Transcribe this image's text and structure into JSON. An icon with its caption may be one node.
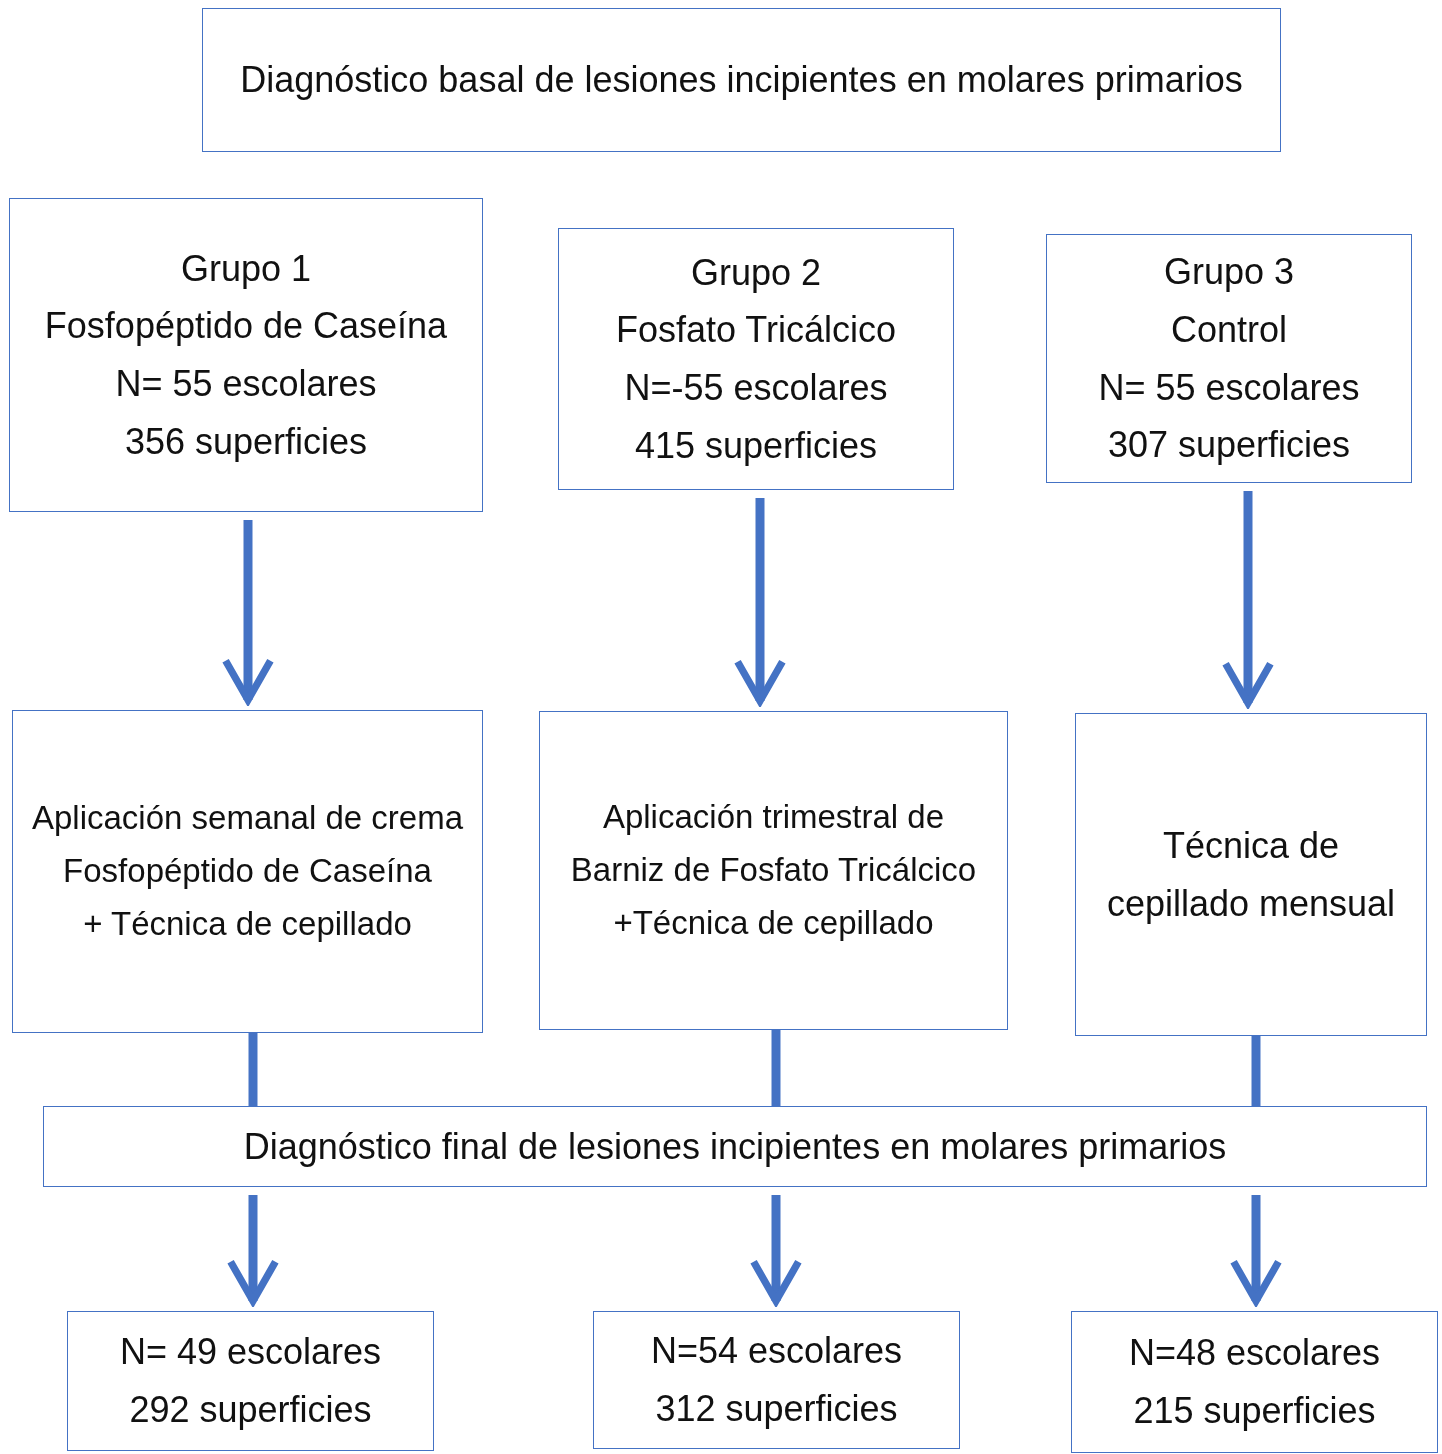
{
  "diagram": {
    "nodes": [
      {
        "text": [
          "Diagnóstico basal de lesiones incipientes en molares primarios"
        ]
      },
      {
        "text": [
          "Grupo 1",
          "Fosfopéptido de Caseína",
          "N= 55 escolares",
          "356 superficies"
        ]
      },
      {
        "text": [
          "Grupo 2",
          "Fosfato Tricálcico",
          "N=-55 escolares",
          "415 superficies"
        ]
      },
      {
        "text": [
          "Grupo 3",
          "Control",
          "N= 55 escolares",
          "307 superficies"
        ]
      },
      {
        "text": [
          "Aplicación semanal de crema Fosfopéptido de Caseína",
          "+ Técnica de cepillado"
        ]
      },
      {
        "text": [
          "Aplicación trimestral de Barniz de Fosfato Tricálcico",
          "+Técnica de cepillado"
        ]
      },
      {
        "text": [
          "Técnica de cepillado mensual"
        ]
      },
      {
        "text": [
          "Diagnóstico final de lesiones incipientes en molares primarios"
        ]
      },
      {
        "text": [
          "N= 49 escolares",
          "292 superficies"
        ]
      },
      {
        "text": [
          "N=54 escolares",
          "312 superficies"
        ]
      },
      {
        "text": [
          "N=48 escolares",
          "215 superficies"
        ]
      }
    ],
    "edges": [
      {
        "from": 1,
        "to": 4,
        "arrow": "to"
      },
      {
        "from": 2,
        "to": 5,
        "arrow": "to"
      },
      {
        "from": 3,
        "to": 6,
        "arrow": "to"
      },
      {
        "from": 4,
        "to": 7,
        "arrow": "none"
      },
      {
        "from": 5,
        "to": 7,
        "arrow": "none"
      },
      {
        "from": 6,
        "to": 7,
        "arrow": "none"
      },
      {
        "from": 7,
        "to": 8,
        "arrow": "to"
      },
      {
        "from": 7,
        "to": 9,
        "arrow": "to"
      },
      {
        "from": 7,
        "to": 10,
        "arrow": "to"
      }
    ]
  }
}
